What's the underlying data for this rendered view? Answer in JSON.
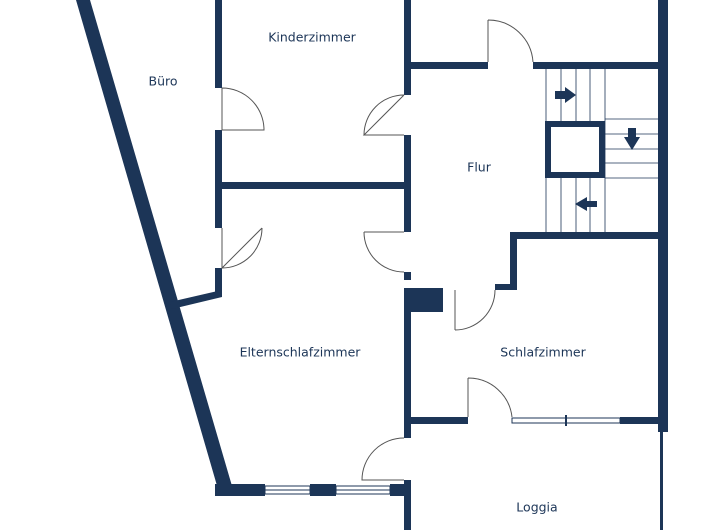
{
  "plan": {
    "wall_color": "#1c3557",
    "rooms": {
      "kinderzimmer": "Kinderzimmer",
      "buero": "Büro",
      "flur": "Flur",
      "elternschlafzimmer": "Elternschlafzimmer",
      "schlafzimmer": "Schlafzimmer",
      "loggia": "Loggia"
    }
  }
}
